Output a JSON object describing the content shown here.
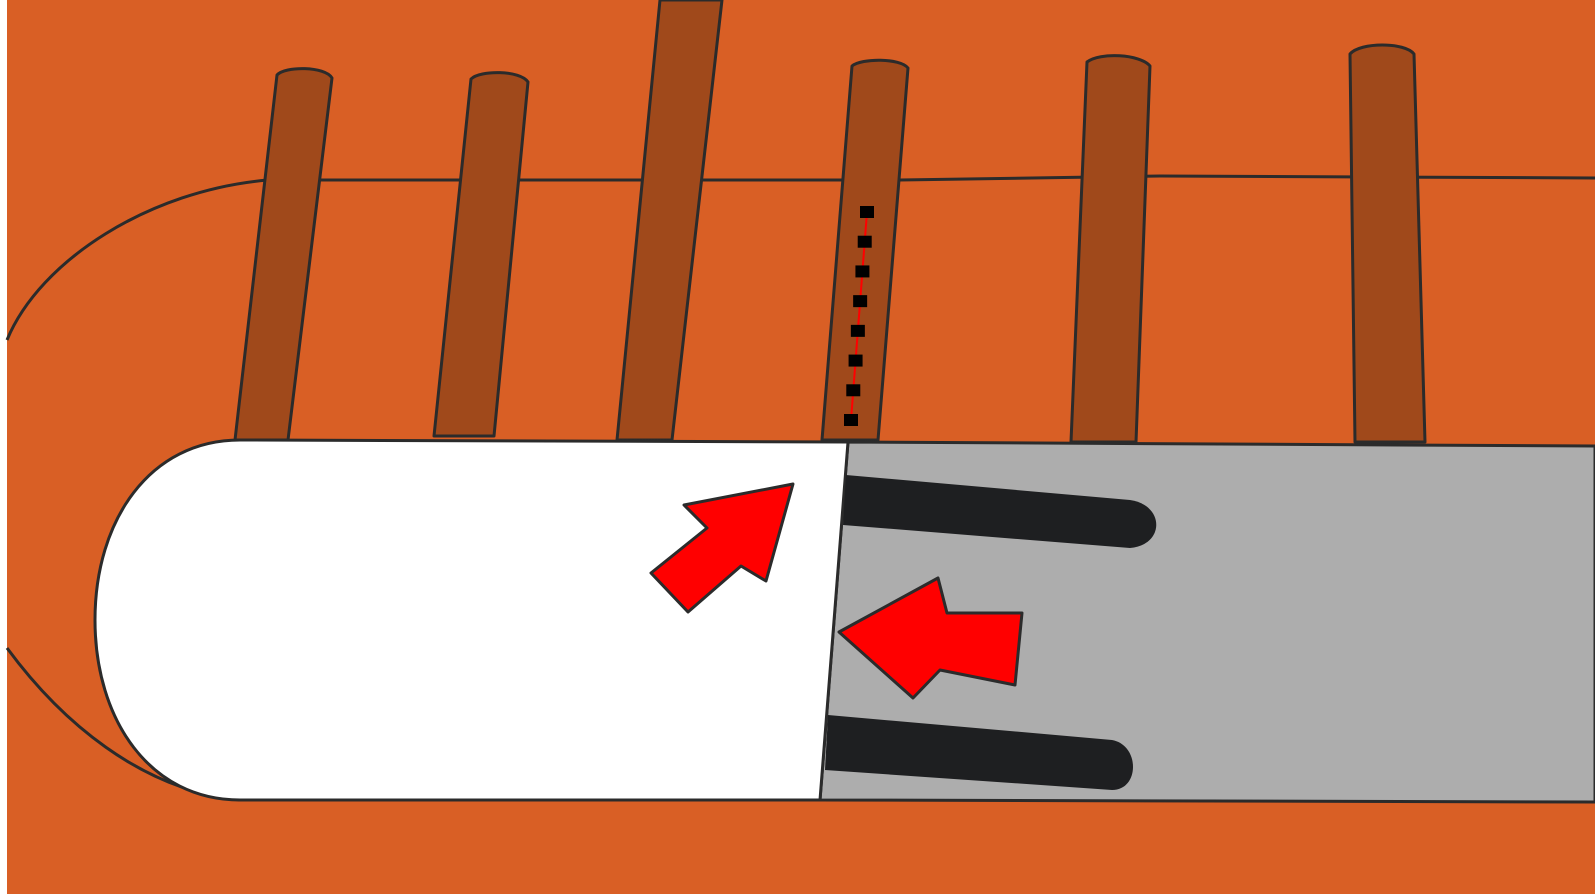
{
  "diagram": {
    "background_color": "#D95F25",
    "post_color": "#A0491B",
    "outline_color": "#2B2B2B",
    "white_panel_color": "#FFFFFF",
    "gray_panel_color": "#ADADAD",
    "slot_color": "#1E1F21",
    "arrow_color": "#FF0000",
    "marker_dash_color": "#000000",
    "marker_accent_color": "#FF0000",
    "elements": {
      "posts": [
        {
          "name": "post-1"
        },
        {
          "name": "post-2"
        },
        {
          "name": "post-3"
        },
        {
          "name": "post-4"
        },
        {
          "name": "post-5"
        },
        {
          "name": "post-6"
        }
      ],
      "slots": [
        {
          "name": "upper-slot"
        },
        {
          "name": "lower-slot"
        }
      ],
      "arrows": [
        {
          "name": "arrow-up-right-icon",
          "direction": "up-right"
        },
        {
          "name": "arrow-left-icon",
          "direction": "left"
        }
      ],
      "marker": {
        "name": "dashed-marker-line",
        "style": "dashed"
      }
    }
  }
}
